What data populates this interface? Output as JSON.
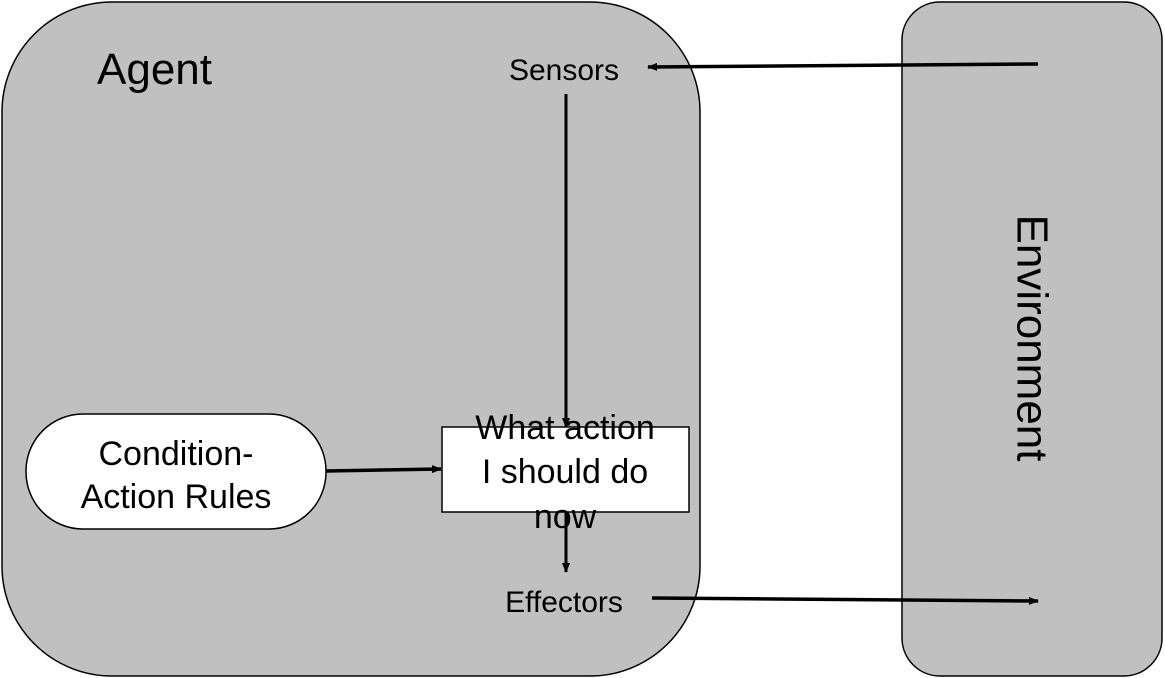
{
  "diagram": {
    "title": "Simple reflex agent",
    "colors": {
      "container_fill": "#c0c0c0",
      "node_fill": "#ffffff",
      "stroke": "#000000",
      "background": "#ffffff"
    },
    "agent": {
      "label": "Agent",
      "sensors_label": "Sensors",
      "effectors_label": "Effectors",
      "rules_line1": "Condition-",
      "rules_line2": "Action Rules",
      "decision_line1": "What action",
      "decision_line2": "I should do",
      "decision_line3": "now"
    },
    "environment": {
      "label": "Environment"
    },
    "edges": [
      {
        "from": "Environment",
        "to": "Sensors"
      },
      {
        "from": "Sensors",
        "to": "What action I should do now"
      },
      {
        "from": "Condition-Action Rules",
        "to": "What action I should do now"
      },
      {
        "from": "What action I should do now",
        "to": "Effectors"
      },
      {
        "from": "Effectors",
        "to": "Environment"
      }
    ]
  }
}
